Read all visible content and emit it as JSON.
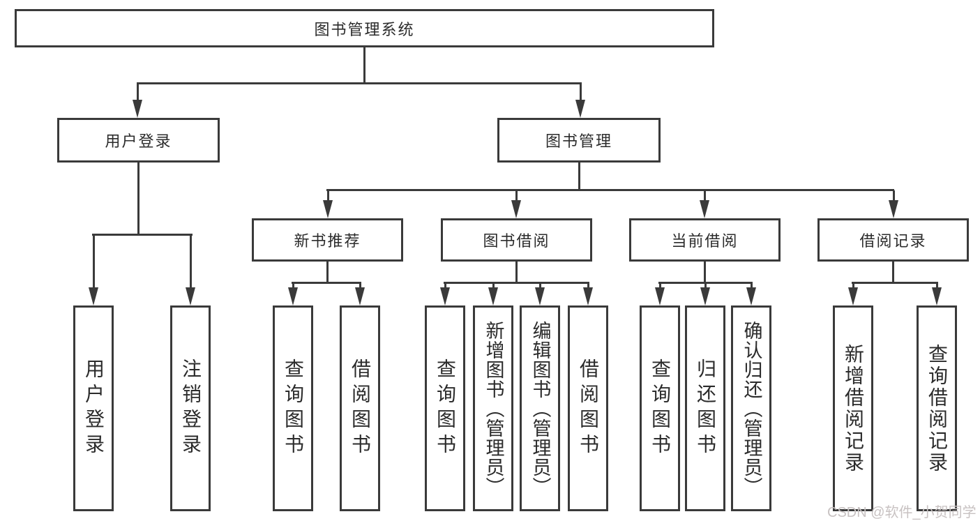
{
  "tree": {
    "root": {
      "label": "图书管理系统"
    },
    "branches": [
      {
        "label": "用户登录",
        "children": [
          {
            "label": "用户登录"
          },
          {
            "label": "注销登录"
          }
        ]
      },
      {
        "label": "图书管理",
        "children": [
          {
            "label": "新书推荐",
            "children": [
              {
                "label": "查询图书"
              },
              {
                "label": "借阅图书"
              }
            ]
          },
          {
            "label": "图书借阅",
            "children": [
              {
                "label": "查询图书"
              },
              {
                "label": "新增图书（管理员）"
              },
              {
                "label": "编辑图书（管理员）"
              },
              {
                "label": "借阅图书"
              }
            ]
          },
          {
            "label": "当前借阅",
            "children": [
              {
                "label": "查询图书"
              },
              {
                "label": "归还图书"
              },
              {
                "label": "确认归还（管理员）"
              }
            ]
          },
          {
            "label": "借阅记录",
            "children": [
              {
                "label": "新增借阅记录"
              },
              {
                "label": "查询借阅记录"
              }
            ]
          }
        ]
      }
    ]
  },
  "watermark": {
    "text": "CSDN @软件_小贺同学"
  },
  "colors": {
    "line": "#3a3a3a",
    "text": "#2b2b2b",
    "watermark": "#c8c2c2",
    "background": "#ffffff"
  }
}
